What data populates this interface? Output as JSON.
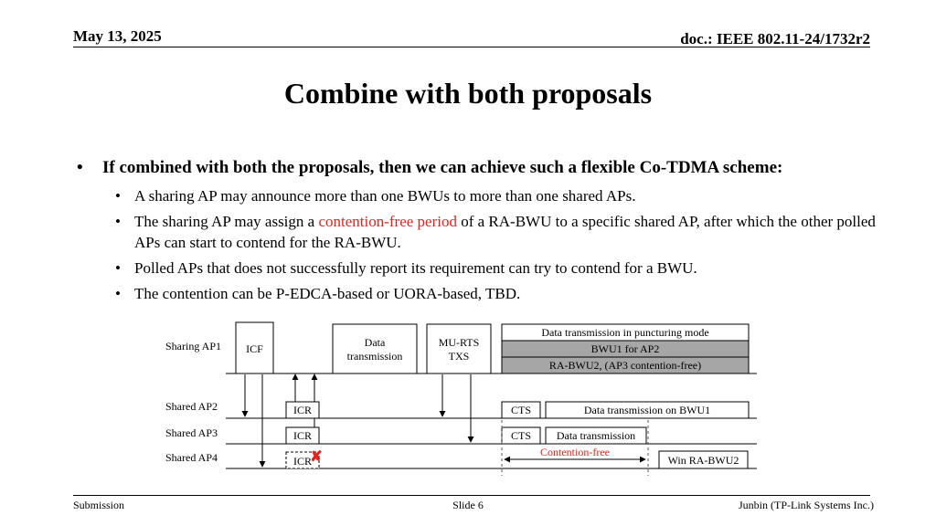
{
  "header": {
    "date": "May 13, 2025",
    "doc": "doc.: IEEE 802.11-24/1732r2"
  },
  "title": "Combine with both proposals",
  "bullets": {
    "main": "If combined with both the proposals, then we can achieve such a flexible Co-TDMA scheme:",
    "sub1": "A sharing AP may announce more than one BWUs to more than one shared APs.",
    "sub2_pre": "The sharing AP may assign a ",
    "sub2_red": "contention-free period",
    "sub2_post": " of a RA-BWU to a specific shared AP, after which the other polled APs can start to contend for the RA-BWU.",
    "sub3": "Polled APs that does not successfully report its requirement can try to contend for a BWU.",
    "sub4": "The contention can be P-EDCA-based or UORA-based, TBD."
  },
  "diagram": {
    "rows": [
      "Sharing AP1",
      "Shared AP2",
      "Shared AP3",
      "Shared AP4"
    ],
    "icf": "ICF",
    "data_tx_1": "Data",
    "data_tx_2": "transmission",
    "murts_1": "MU-RTS",
    "murts_2": "TXS",
    "punct_title": "Data transmission in puncturing mode",
    "bwu1": "BWU1 for AP2",
    "rabwu2": "RA-BWU2, (AP3 contention-free)",
    "icr": "ICR",
    "cts": "CTS",
    "data_bwu1": "Data transmission on BWU1",
    "data_tx_ap3": "Data transmission",
    "contention_free": "Contention-free",
    "win_rabwu2": "Win RA-BWU2",
    "fail_mark": "✘"
  },
  "colors": {
    "red": "#e8201c",
    "gray_fill": "#a6a6a6"
  },
  "footer": {
    "left": "Submission",
    "center": "Slide 6",
    "right": "Junbin (TP-Link Systems Inc.)"
  }
}
